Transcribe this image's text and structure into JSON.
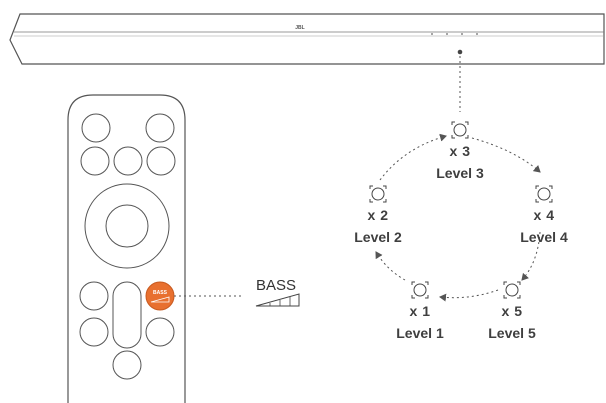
{
  "soundbar": {
    "brand": "JBL"
  },
  "remote": {
    "bass_button_label": "BASS"
  },
  "bass_callout": {
    "label": "BASS"
  },
  "colors": {
    "accent": "#e8702f",
    "line": "#555555",
    "text": "#3f3f3f"
  },
  "levels": [
    {
      "multiplier": "x 1",
      "label": "Level 1"
    },
    {
      "multiplier": "x 2",
      "label": "Level 2"
    },
    {
      "multiplier": "x 3",
      "label": "Level 3"
    },
    {
      "multiplier": "x 4",
      "label": "Level 4"
    },
    {
      "multiplier": "x 5",
      "label": "Level 5"
    }
  ]
}
